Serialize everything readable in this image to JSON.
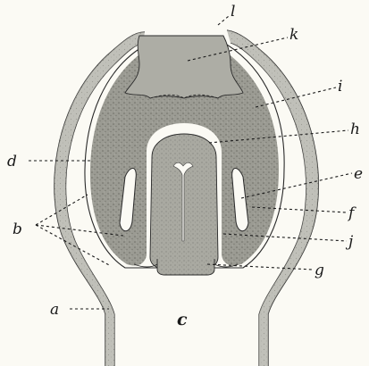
{
  "figure": {
    "labels": {
      "a": "a",
      "b": "b",
      "c": "c",
      "d": "d",
      "e": "e",
      "f": "f",
      "g": "g",
      "h": "h",
      "i": "i",
      "j": "j",
      "k": "k",
      "l": "l"
    },
    "colors": {
      "background": "#fbfaf4",
      "tissue_dark": "#8e8e86",
      "tissue_mid": "#a7a79f",
      "tissue_light": "#c4c4bc",
      "membrane_line": "#2a2a2a"
    }
  }
}
